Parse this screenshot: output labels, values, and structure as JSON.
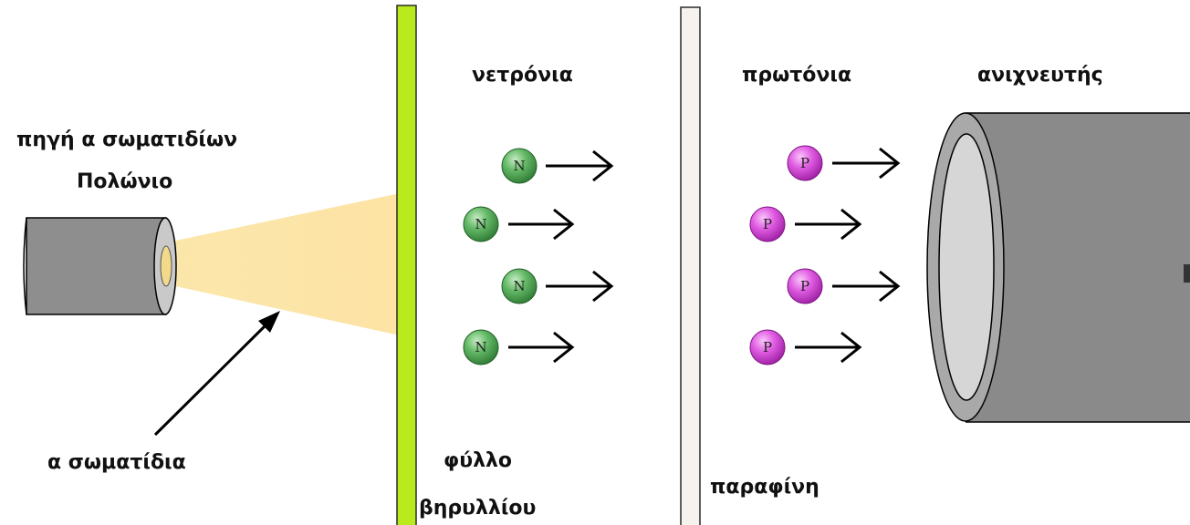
{
  "labels": {
    "source_line1": "πηγή α σωματιδίων",
    "source_line2": "Πολώνιο",
    "alpha_particles": "α σωματίδια",
    "beryllium_line1": "φύλλο",
    "beryllium_line2": "βηρυλλίου",
    "neutrons": "νετρόνια",
    "paraffin": "παραφίνη",
    "protons": "πρωτόνια",
    "detector": "ανιχνευτής"
  },
  "particles": {
    "neutron_letter": "N",
    "proton_letter": "P",
    "neutron_count": 4,
    "proton_count": 4
  },
  "colors": {
    "source_body": "#8e8e8e",
    "beam": "#fbe3a0",
    "beryllium_foil": "#b8ea1c",
    "paraffin_sheet": "#f6f3ee",
    "neutron": "#56ad5a",
    "proton": "#e05ce2",
    "detector_body": "#8a8a8a",
    "detector_face": "#cdcdcd",
    "arrow": "#000000"
  }
}
